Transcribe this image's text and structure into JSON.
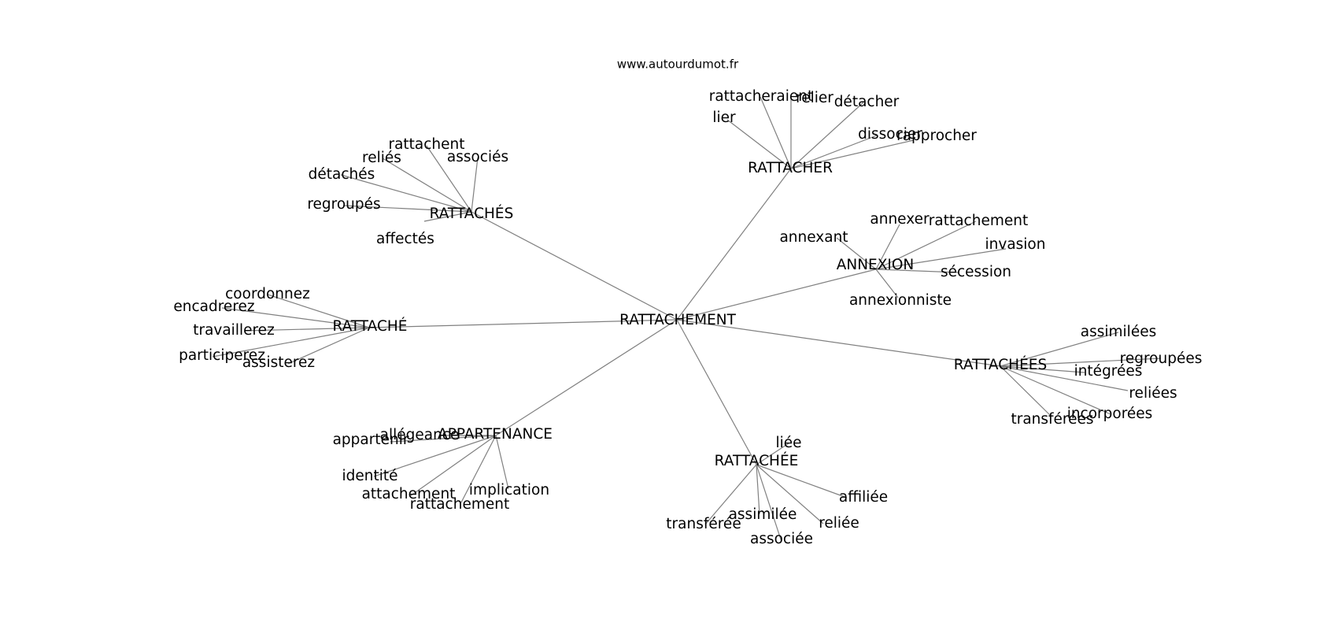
{
  "source": "www.autourdumot.fr",
  "colors": {
    "edge": "#808080",
    "text": "#000000",
    "background": "#ffffff"
  },
  "center": "RATTACHEMENT",
  "clusters": [
    {
      "hub": "RATTACHER",
      "leaves": [
        "rattacheraient",
        "relier",
        "détacher",
        "lier",
        "dissocier",
        "rapprocher"
      ]
    },
    {
      "hub": "RATTACHÉS",
      "leaves": [
        "rattachent",
        "associés",
        "reliés",
        "détachés",
        "regroupés",
        "affectés"
      ]
    },
    {
      "hub": "ANNEXION",
      "leaves": [
        "annexer",
        "rattachement",
        "annexant",
        "invasion",
        "sécession",
        "annexionniste"
      ]
    },
    {
      "hub": "RATTACHÉ",
      "leaves": [
        "coordonnez",
        "encadrerez",
        "travaillerez",
        "participerez",
        "assisterez"
      ]
    },
    {
      "hub": "RATTACHÉES",
      "leaves": [
        "assimilées",
        "regroupées",
        "intégrées",
        "reliées",
        "incorporées",
        "transférées"
      ]
    },
    {
      "hub": "APPARTENANCE",
      "leaves": [
        "allégeance",
        "appartenir",
        "identité",
        "attachement",
        "implication",
        "rattachement"
      ]
    },
    {
      "hub": "RATTACHÉE",
      "leaves": [
        "liée",
        "affiliée",
        "assimilée",
        "reliée",
        "transférée",
        "associée"
      ]
    }
  ]
}
